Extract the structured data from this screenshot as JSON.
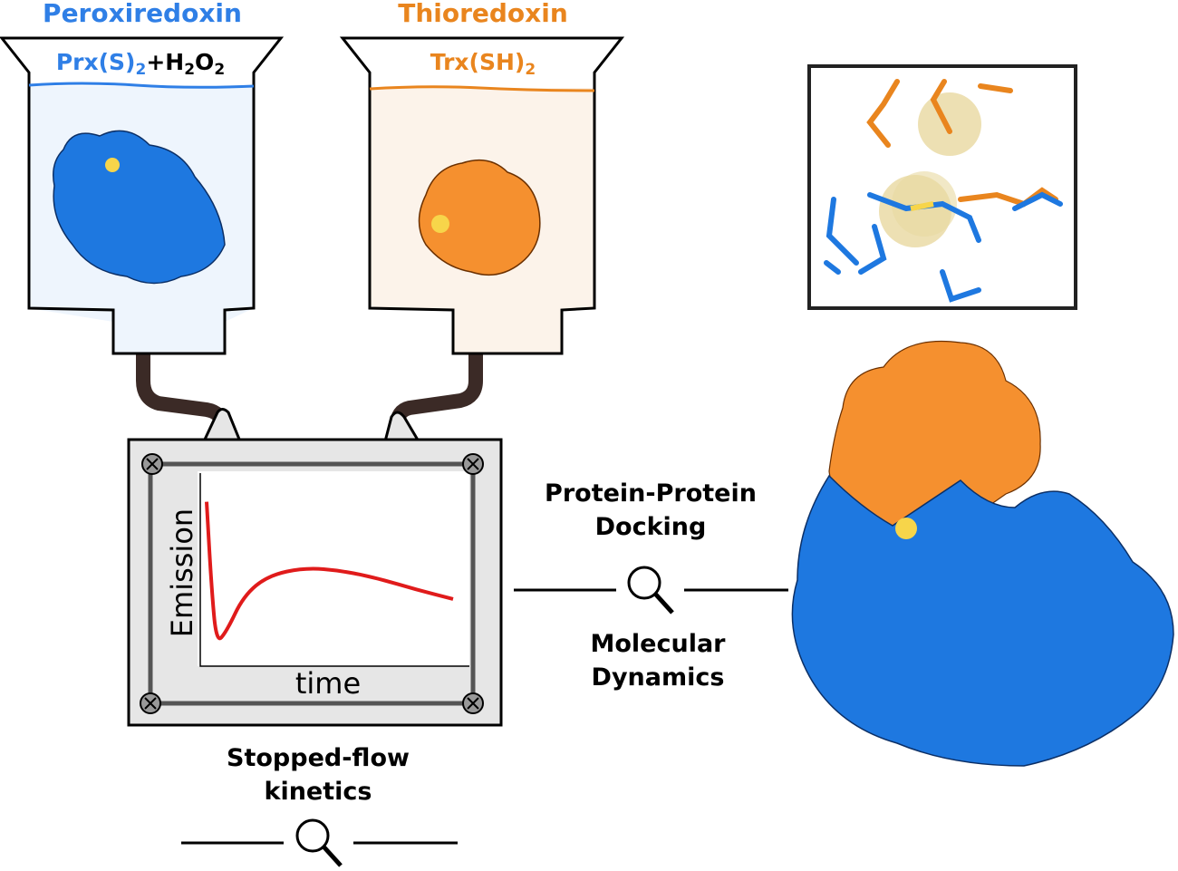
{
  "colors": {
    "prx_blue": "#2f7fe6",
    "trx_orange": "#e9851e",
    "protein_blue": "#1e78e0",
    "protein_orange": "#f5902f",
    "curve_red": "#e01b1b",
    "tube": "#3b2a26"
  },
  "beakers": [
    {
      "title": "Peroxiredoxin",
      "content_main": "Prx(S)",
      "content_sub": "2",
      "content_plus": "+H",
      "content_sub2": "2",
      "content_o": "O",
      "content_sub3": "2"
    },
    {
      "title": "Thioredoxin",
      "content_main": "Trx(SH)",
      "content_sub": "2"
    }
  ],
  "instrument": {
    "ylabel": "Emission",
    "xlabel": "time",
    "caption_line1": "Stopped-flow",
    "caption_line2": "kinetics",
    "curve": [
      [
        0,
        0.95
      ],
      [
        0.02,
        0.4
      ],
      [
        0.04,
        0.05
      ],
      [
        0.08,
        0.12
      ],
      [
        0.15,
        0.35
      ],
      [
        0.25,
        0.48
      ],
      [
        0.4,
        0.53
      ],
      [
        0.55,
        0.51
      ],
      [
        0.7,
        0.46
      ],
      [
        0.85,
        0.39
      ],
      [
        1,
        0.33
      ]
    ]
  },
  "methods": {
    "top_line1": "Protein-Protein",
    "top_line2": "Docking",
    "bottom_line1": "Molecular",
    "bottom_line2": "Dynamics"
  }
}
